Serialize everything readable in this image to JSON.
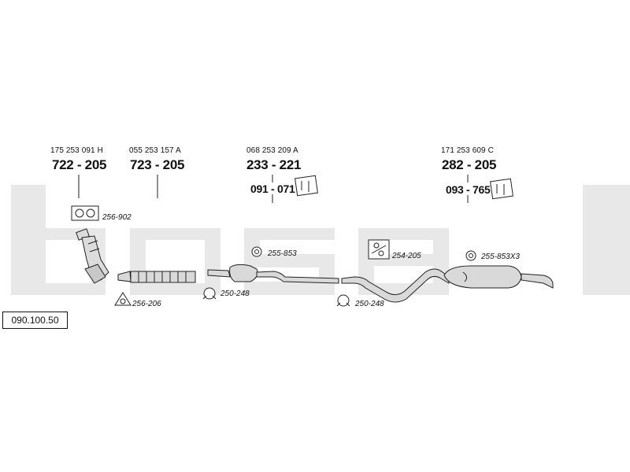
{
  "diagram_code": "090.100.50",
  "watermark": "bosal",
  "parts": [
    {
      "oem": "175 253 091 H",
      "part_number": "722 - 205"
    },
    {
      "oem": "055 253 157 A",
      "part_number": "723 - 205"
    },
    {
      "oem": "068 253 209 A",
      "part_number": "233 - 221",
      "mount_number": "091 - 071"
    },
    {
      "oem": "171 253 609 C",
      "part_number": "282 - 205",
      "mount_number": "093 - 765"
    }
  ],
  "accessories": [
    {
      "ref": "256-902",
      "icon": "gasket-double-icon"
    },
    {
      "ref": "256-206",
      "icon": "gasket-triangle-icon"
    },
    {
      "ref": "255-853",
      "icon": "rubber-ring-icon"
    },
    {
      "ref": "250-248",
      "icon": "clamp-icon"
    },
    {
      "ref": "250-248",
      "icon": "clamp-icon"
    },
    {
      "ref": "254-205",
      "icon": "hanger-bracket-icon"
    },
    {
      "ref": "255-853X3",
      "icon": "rubber-ring-icon"
    }
  ],
  "colors": {
    "watermark": "#e6e6e6",
    "line": "#222222",
    "part_fill": "#d9d9d9"
  }
}
